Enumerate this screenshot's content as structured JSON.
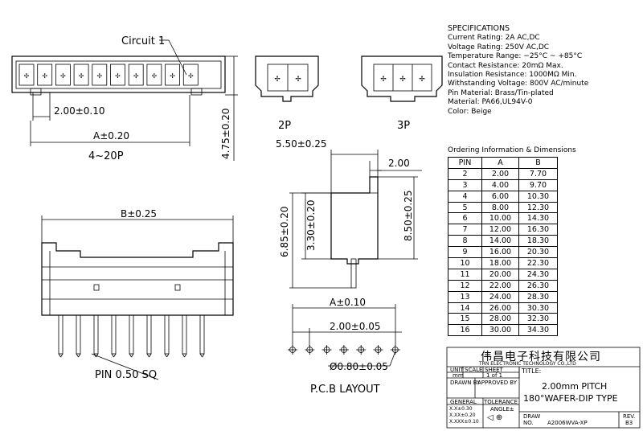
{
  "labels": {
    "circuit": "Circuit 1",
    "pitch_top": "2.00±0.10",
    "a_top": "A±0.20",
    "series": "4~20P",
    "height_total": "4.75±0.20",
    "p2": "2P",
    "p3": "3P",
    "width_side": "5.50±0.25",
    "width_small": "2.00",
    "h_685": "6.85±0.20",
    "h_330": "3.30±0.20",
    "h_850": "8.50±0.25",
    "b_front": "B±0.25",
    "pin": "PIN 0.50 SQ",
    "pcb_a": "A±0.10",
    "pcb_pitch": "2.00±0.05",
    "hole": "Ø0.80±0.05",
    "pcb_layout": "P.C.B LAYOUT"
  },
  "specs": {
    "heading": "SPECIFICATIONS",
    "lines": [
      "Current Rating: 2A AC,DC",
      "Voltage Rating: 250V AC,DC",
      "Temperature Range: −25°C ~ +85°C",
      "Contact Resistance: 20mΩ Max.",
      "Insulation Resistance: 1000MΩ Min.",
      "Withstanding Voltage: 800V AC/minute",
      "Pin Material: Brass/Tin-plated",
      "Material: PA66,UL94V-0",
      "Color: Beige"
    ]
  },
  "ordering": {
    "title": "Ordering Information & Dimensions",
    "headers": [
      "PIN",
      "A",
      "B"
    ],
    "rows": [
      [
        "2",
        "2.00",
        "7.70"
      ],
      [
        "3",
        "4.00",
        "9.70"
      ],
      [
        "4",
        "6.00",
        "10.30"
      ],
      [
        "5",
        "8.00",
        "12.30"
      ],
      [
        "6",
        "10.00",
        "14.30"
      ],
      [
        "7",
        "12.00",
        "16.30"
      ],
      [
        "8",
        "14.00",
        "18.30"
      ],
      [
        "9",
        "16.00",
        "20.30"
      ],
      [
        "10",
        "18.00",
        "22.30"
      ],
      [
        "11",
        "20.00",
        "24.30"
      ],
      [
        "12",
        "22.00",
        "26.30"
      ],
      [
        "13",
        "24.00",
        "28.30"
      ],
      [
        "14",
        "26.00",
        "30.30"
      ],
      [
        "15",
        "28.00",
        "32.30"
      ],
      [
        "16",
        "30.00",
        "34.30"
      ]
    ]
  },
  "titleblock": {
    "company_cn": "伟昌电子科技有限公司",
    "company_en": "TRN ELECTRONIC TECHNOLOGY CO.,LTD",
    "unit": "UNIT",
    "unit_val": "mm",
    "scale": "SCALE",
    "sheet": "SHEET",
    "sheet_val": "1 of 1",
    "title_label": "TITLE:",
    "title1": "2.00mm PITCH",
    "title2": "180°WAFER-DIP TYPE",
    "drawn_by": "DRAWN BY",
    "approved_by": "APPROVED BY",
    "general": "GENERAL",
    "tolerance": "TOLERANCE",
    "angle": "ANGLE±",
    "tol1": "X.X±0.30",
    "tol2": "X.XX±0.20",
    "tol3": "X.XXX±0.10",
    "draw_label": "DRAW",
    "no_label": "NO.",
    "draw_no": "A2006WVA-XP",
    "rev_label": "REV.",
    "rev_val": "B3"
  }
}
